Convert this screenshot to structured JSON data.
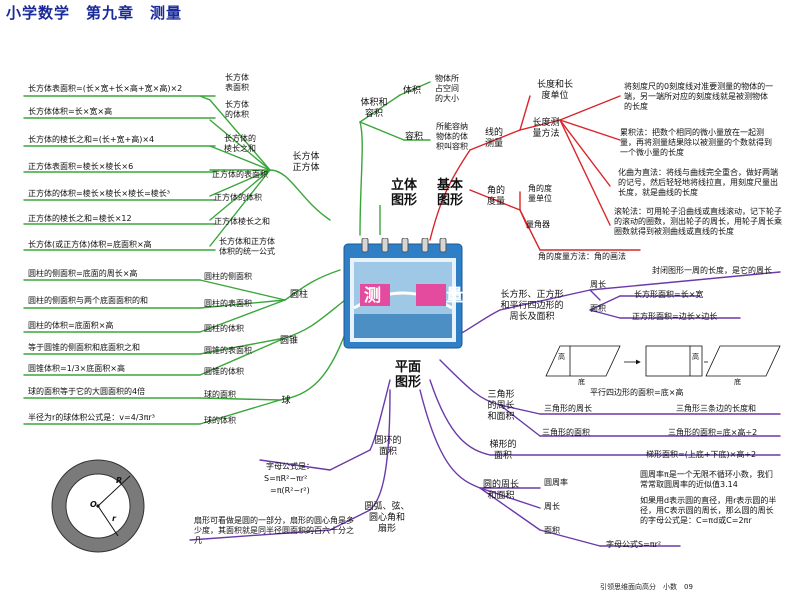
{
  "title": "小学数学　第九章　测量",
  "center": {
    "title": "测　量"
  },
  "footer": "引领思维面向高分　小数　09",
  "left": {
    "cuboid_hub": "长方体\n正方体",
    "cylinder": "圆柱",
    "cone": "圆锥",
    "sphere": "球",
    "rows": [
      {
        "formula": "长方体表面积=(长×宽+长×高+宽×高)×2",
        "label": "长方体\n表面积"
      },
      {
        "formula": "长方体体积=长×宽×高",
        "label": "长方体\n的体积"
      },
      {
        "formula": "长方体的棱长之和=(长+宽+高)×4",
        "label": "长方体的\n棱长之和"
      },
      {
        "formula": "正方体表面积=棱长×棱长×6",
        "label": "正方体的表面积"
      },
      {
        "formula": "正方体的体积=棱长×棱长×棱长=棱长³",
        "label": "正方体的体积"
      },
      {
        "formula": "正方体的棱长之和=棱长×12",
        "label": "正方体棱长之和"
      },
      {
        "formula": "长方体(或正方体)体积=底面积×高",
        "label": "长方体和正方体\n体积的统一公式"
      },
      {
        "formula": "圆柱的侧面积=底面的周长×高",
        "label": "圆柱的侧面积"
      },
      {
        "formula": "圆柱的侧面积与两个底面面积的和",
        "label": "圆柱的表面积"
      },
      {
        "formula": "圆柱的体积=底面积×高",
        "label": "圆柱的体积"
      },
      {
        "formula": "等于圆锥的侧面积和底面积之和",
        "label": "圆锥的表面积"
      },
      {
        "formula": "圆锥体积=1/3×底面积×高",
        "label": "圆锥的体积"
      },
      {
        "formula": "球的面积等于它的大圆面积的4倍",
        "label": "球的面积"
      },
      {
        "formula": "半径为r的球体积公式是：v=4/3πr³",
        "label": "球的体积"
      }
    ]
  },
  "upper": {
    "solid": "立体\n图形",
    "basic": "基本\n图形",
    "vol_cap": "体积和\n容积",
    "volume": "体积",
    "volume_def": "物体所\n占空间\n的大小",
    "capacity": "容积",
    "capacity_def": "所能容纳\n物体的体\n积叫容积",
    "line_measure": "线的\n测量",
    "length_unit": "长度和长\n度单位",
    "length_method": "长度测\n量方法",
    "length_desc": "将刻度尺的0刻度线对准要测量的物体的一端，另一端所对应的刻度线就是被测物体的长度",
    "accumulate": "累积法：把数个相同的微小量放在一起测量，再将测量结果除以被测量的个数就得到一个微小量的长度",
    "curve_straight": "化曲为直法：将线与曲线完全重合，做好两端的记号，然后轻轻地将线拉直，用刻度尺量出长度，就是曲线的长度",
    "rolling": "滚轮法：可用轮子沿曲线或直线滚动，记下轮子的滚动的圈数，测出轮子的周长，用轮子周长乘圈数就得到被测曲线或直线的长度",
    "angle_measure": "角的\n度量",
    "angle_unit": "角的度\n量单位",
    "protractor": "量角器",
    "angle_method": "角的度量方法：角的画法"
  },
  "right": {
    "plane": "平面\n图形",
    "rect_hub": "长方形、正方形\n和平行四边形的\n周长及面积",
    "perimeter": "周长",
    "perimeter_def": "封闭图形一周的长度，是它的周长",
    "area": "面积",
    "rect_area": "长方形面积=长×宽",
    "square_area": "正方形面积=边长×边长",
    "para_area": "平行四边形的面积=底×高",
    "fig_labels": [
      "高",
      "底",
      "高",
      "底"
    ],
    "tri_hub": "三角形\n的周长\n和面积",
    "tri_perim": "三角形的周长",
    "tri_perim_def": "三角形三条边的长度和",
    "tri_area": "三角形的面积",
    "tri_area_f": "三角形的面积=底×高÷2",
    "trap_hub": "梯形的\n面积",
    "trap_f": "梯形面积=(上底+下底)×高÷2",
    "circle_hub": "圆的周长\n和面积",
    "pi": "圆周率",
    "pi_def": "圆周率π是一个无限不循环小数，我们常常取圆周率的近似值3.14",
    "circ": "周长",
    "circ_def": "如果用d表示圆的直径，用r表示圆的半径，用C表示圆的周长，那么圆的周长的字母公式是：C=πd或C=2πr",
    "circ_area": "面积",
    "circ_area_f": "字母公式S=πr²"
  },
  "bottom": {
    "ring": "圆环的\n面积",
    "ring_formula_label": "字母公式是：",
    "ring_formula_1": "S=πR²−πr²",
    "ring_formula_2": "=π(R²−r²)",
    "sector_hub": "圆弧、弦、\n圆心角和\n扇形",
    "sector_desc": "扇形可看做是圆的一部分，扇形的圆心角是多少度，其面积就是同半径圆面积的百六十分之几",
    "ring_labels": [
      "R",
      "O",
      "r"
    ]
  }
}
